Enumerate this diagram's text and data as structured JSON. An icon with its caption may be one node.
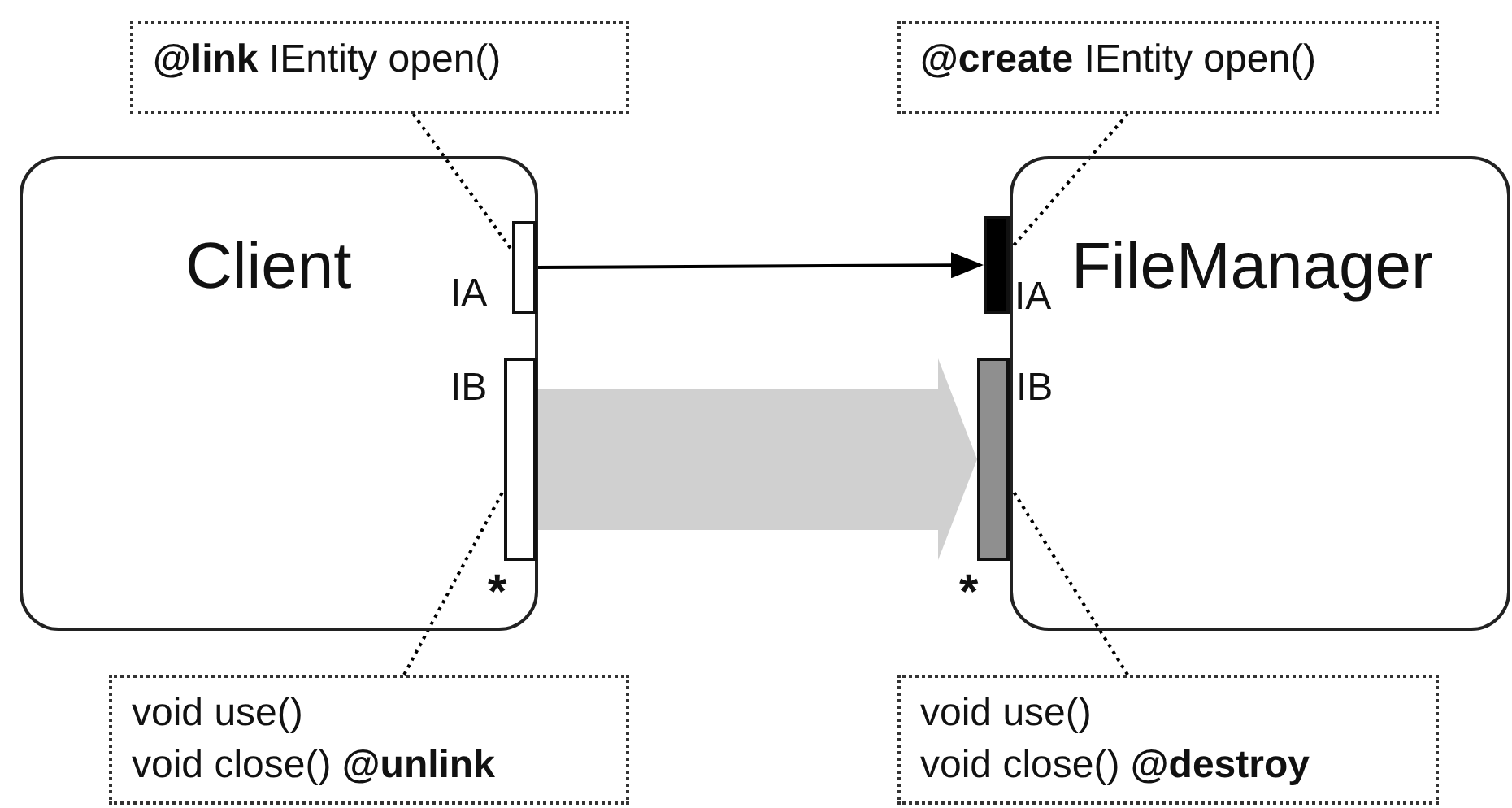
{
  "diagram": {
    "nodes": [
      {
        "text": [
          "Client"
        ]
      },
      {
        "text": [
          "IA"
        ],
        "in": 0
      },
      {
        "text": [
          "IB"
        ],
        "in": 0,
        "beside": [
          "*"
        ]
      },
      {
        "text": [
          "FileManager"
        ]
      },
      {
        "text": [],
        "shape": "bar"
      },
      {
        "text": [],
        "shape": "bar",
        "beside": [
          "*"
        ]
      },
      {
        "text": [
          "**@link** IEntity open()"
        ]
      },
      {
        "text": [
          "**@create** IEntity open()"
        ]
      },
      {
        "text": [
          "void use()",
          "void close() **@unlink**"
        ]
      },
      {
        "text": [
          "void use()",
          "void close() **@destroy**"
        ]
      }
    ],
    "edges": [
      {
        "from": 1,
        "to": 4,
        "arrow": "to"
      },
      {
        "from": 2,
        "to": 5,
        "arrow": "to",
        "style": "thick",
        "color": "#d0d0d0"
      },
      {
        "from": 6,
        "to": 1,
        "arrow": "none",
        "style": "dashed"
      },
      {
        "from": 7,
        "to": 4,
        "arrow": "none",
        "style": "dashed"
      },
      {
        "from": 8,
        "to": 2,
        "arrow": "none",
        "style": "dashed"
      },
      {
        "from": 9,
        "to": 5,
        "arrow": "none",
        "style": "dashed"
      }
    ],
    "labels": [
      "IA",
      "IB"
    ]
  }
}
